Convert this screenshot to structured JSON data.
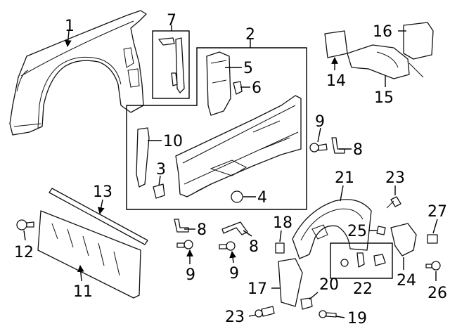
{
  "diagram": {
    "callouts": {
      "c1": "1",
      "c2": "2",
      "c3": "3",
      "c4": "4",
      "c5": "5",
      "c6": "6",
      "c7": "7",
      "c8a": "8",
      "c8b": "8",
      "c8c": "8",
      "c9a": "9",
      "c9b": "9",
      "c9c": "9",
      "c10": "10",
      "c11": "11",
      "c12": "12",
      "c13": "13",
      "c14": "14",
      "c15": "15",
      "c16": "16",
      "c17": "17",
      "c18": "18",
      "c19": "19",
      "c20": "20",
      "c21": "21",
      "c22": "22",
      "c23a": "23",
      "c23b": "23",
      "c24": "24",
      "c25": "25",
      "c26": "26",
      "c27": "27"
    },
    "colors": {
      "line": "#111111",
      "background": "#ffffff"
    }
  }
}
